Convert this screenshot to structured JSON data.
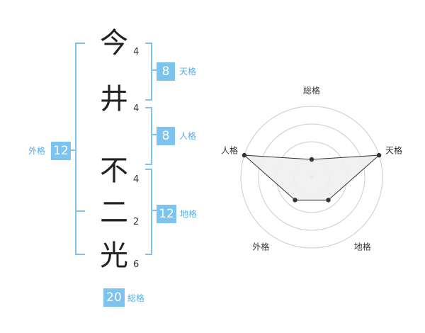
{
  "name": {
    "chars": [
      {
        "char": "今",
        "strokes": "4"
      },
      {
        "char": "井",
        "strokes": "4"
      },
      {
        "char": "不",
        "strokes": "4"
      },
      {
        "char": "二",
        "strokes": "2"
      },
      {
        "char": "光",
        "strokes": "6"
      }
    ]
  },
  "kakusu": {
    "tenkaku": {
      "value": "8",
      "label": "天格"
    },
    "jinkaku": {
      "value": "8",
      "label": "人格"
    },
    "chikaku": {
      "value": "12",
      "label": "地格"
    },
    "gaikaku": {
      "value": "12",
      "label": "外格"
    },
    "soukaku": {
      "value": "20",
      "label": "総格"
    }
  },
  "chart_data": {
    "type": "radar",
    "axes": [
      "総格",
      "天格",
      "地格",
      "外格",
      "人格"
    ],
    "values": [
      0.25,
      1.0,
      0.4,
      0.4,
      1.0
    ],
    "max": 1.0,
    "rings": 4,
    "colors": {
      "fill": "#f0f0f0",
      "stroke": "#333333",
      "grid": "#cccccc",
      "center": "#bbbbbb"
    }
  },
  "colors": {
    "accent": "#7cc3ef",
    "label": "#55aee6"
  }
}
